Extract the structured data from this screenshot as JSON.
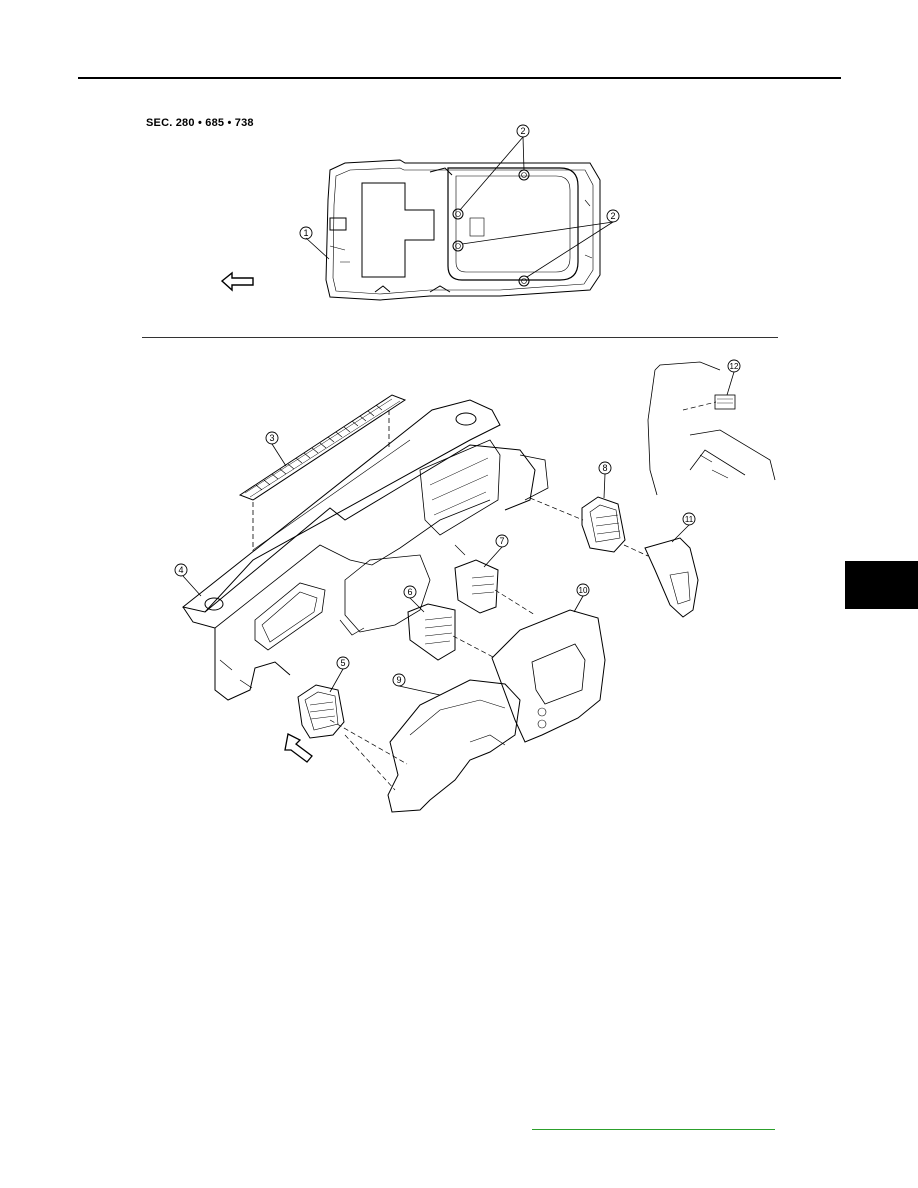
{
  "header": {
    "section_code": "SEC. 280 • 685 • 738"
  },
  "diagram": {
    "callouts": {
      "c1": "1",
      "c2a": "2",
      "c2b": "2",
      "c3": "3",
      "c4": "4",
      "c5": "5",
      "c6": "6",
      "c7": "7",
      "c8": "8",
      "c9": "9",
      "c10": "10",
      "c11": "11",
      "c12": "12"
    },
    "icons": [
      "front-arrow-icon",
      "view-direction-arrow-icon"
    ]
  },
  "colors": {
    "line": "#000000",
    "tab": "#000000",
    "footer_link": "#2ca02c"
  }
}
